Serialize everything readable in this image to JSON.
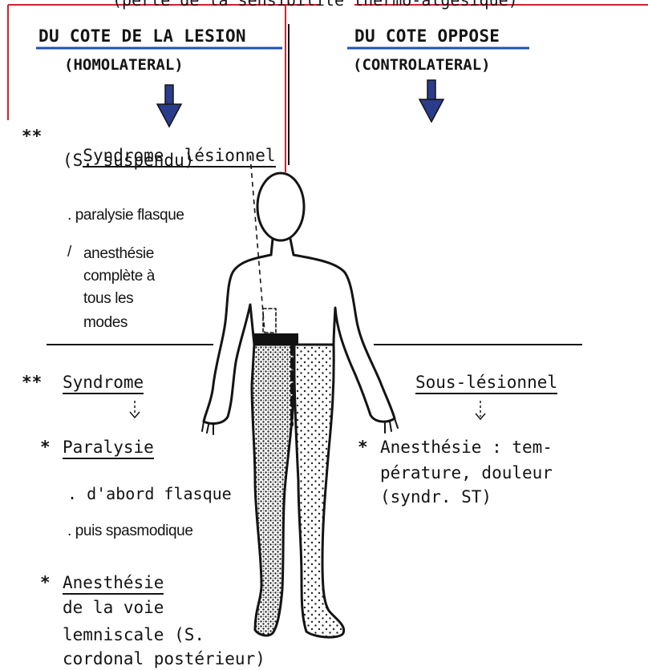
{
  "top_caption": "(perte de la sensibilité thermo-algésique)",
  "left_header": {
    "title": "DU COTE DE LA LESION",
    "subtitle": "(HOMOLATERAL)"
  },
  "right_header": {
    "title": "DU COTE OPPOSE",
    "subtitle": "(CONTROLATERAL)"
  },
  "lesion_block": {
    "stars": "**",
    "title": "Syndrome  lésionnel",
    "subtitle": "(S. suspendu)",
    "items": [
      ". paralysie flasque",
      "anesthésie",
      "complète à",
      "tous les",
      "modes"
    ]
  },
  "under_block": {
    "stars": "**",
    "title": "Syndrome",
    "right_title": "Sous-lésionnel",
    "paralysis": {
      "star": "*",
      "title": "Paralysie",
      "items": [
        ". d'abord flasque",
        ". puis spasmodique"
      ]
    },
    "anesthesia_left": {
      "star": "*",
      "title": "Anesthésie",
      "lines": [
        "de la voie",
        "lemniscale (S.",
        "cordonal postérieur)"
      ]
    },
    "anesthesia_right": {
      "star": "*",
      "lines": [
        "Anesthésie : tem-",
        "pérature, douleur",
        "(syndr. ST)"
      ]
    }
  },
  "colors": {
    "red_lines": "#d8202a",
    "blue_underline": "#1f4fb4",
    "arrow": "#2a3c8c",
    "ink": "#141414"
  }
}
